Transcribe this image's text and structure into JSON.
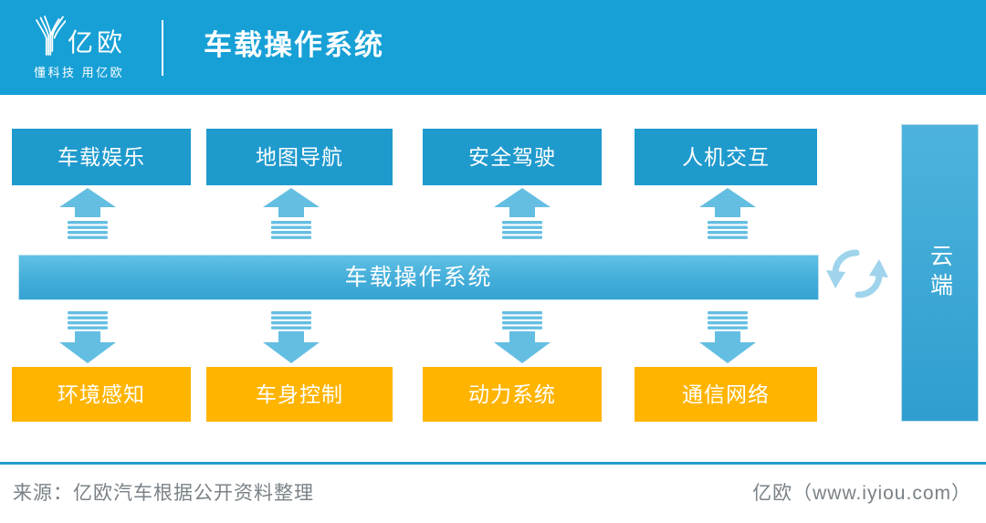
{
  "header": {
    "logo_text": "亿欧",
    "logo_tagline": "懂科技 用亿欧",
    "title": "车载操作系统"
  },
  "diagram": {
    "top_boxes": [
      {
        "label": "车载娱乐"
      },
      {
        "label": "地图导航"
      },
      {
        "label": "安全驾驶"
      },
      {
        "label": "人机交互"
      }
    ],
    "center_bar_label": "车载操作系统",
    "bottom_boxes": [
      {
        "label": "环境感知"
      },
      {
        "label": "车身控制"
      },
      {
        "label": "动力系统"
      },
      {
        "label": "通信网络"
      }
    ],
    "cloud_label": "云端"
  },
  "footer": {
    "source": "来源：亿欧汽车根据公开资料整理",
    "site_credit": "亿欧（www.iyiou.com）"
  },
  "colors": {
    "header_bg": "#17A0D6",
    "box_blue": "#1F9ACD",
    "bar_gradient_top": "#60C1E4",
    "bar_gradient_bottom": "#35A3D3",
    "arrow_blue": "#64BEE2",
    "sync_blue": "#9FD4EC",
    "box_orange": "#FFB400",
    "footer_line_blue": "#1F9CCE",
    "footer_text_gray": "#7A8287"
  }
}
